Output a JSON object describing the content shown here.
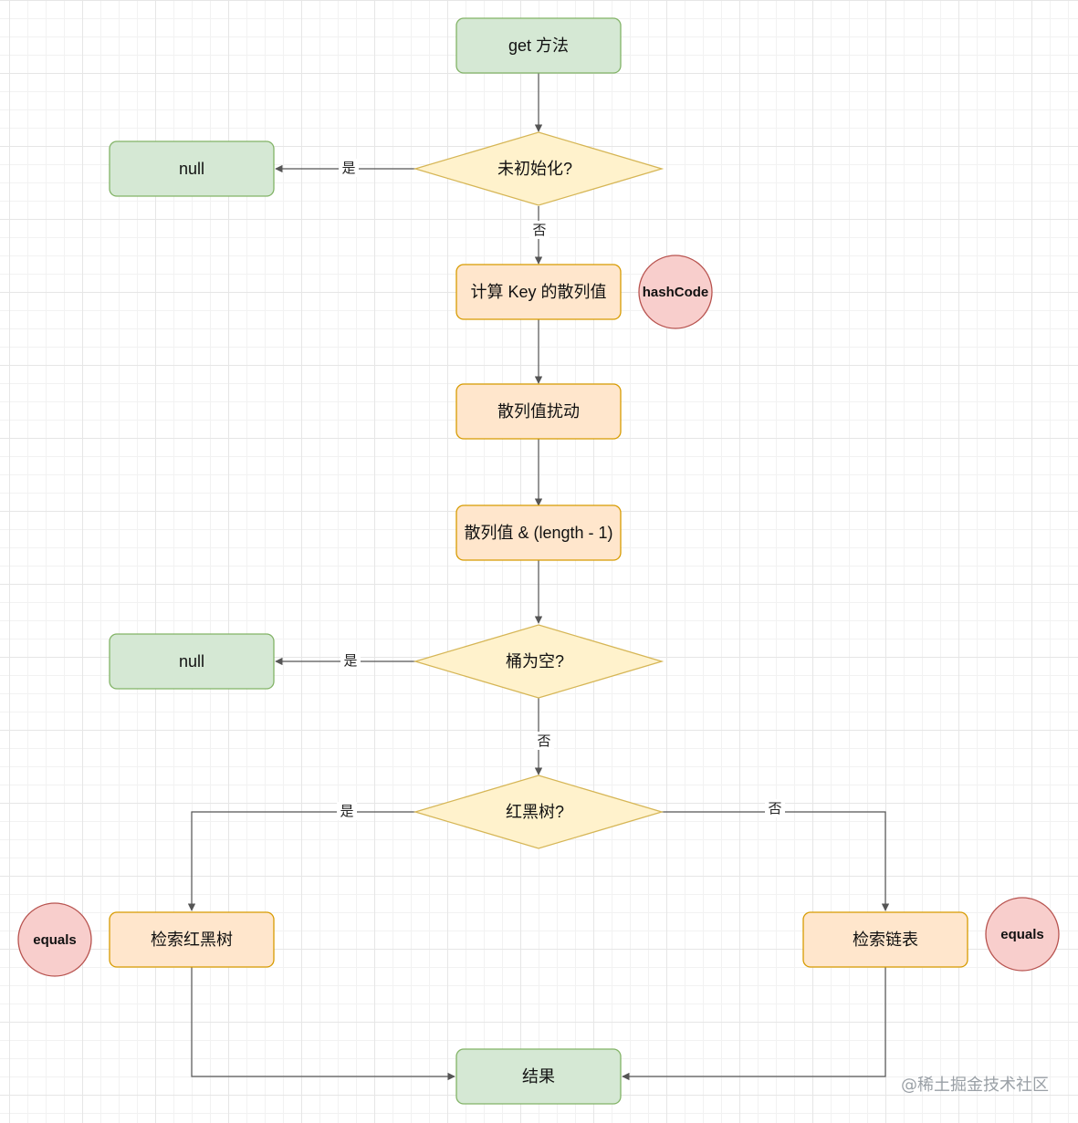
{
  "nodes": {
    "get_method": "get 方法",
    "not_initialized": "未初始化?",
    "null_top": "null",
    "compute_hash": "计算 Key 的散列值",
    "hash_disturb": "散列值扰动",
    "hash_and": "散列值 & (length - 1)",
    "bucket_empty": "桶为空?",
    "null_middle": "null",
    "red_black_tree": "红黑树?",
    "search_tree": "检索红黑树",
    "search_list": "检索链表",
    "result": "结果"
  },
  "annotations": {
    "hashcode": "hashCode",
    "equals_left": "equals",
    "equals_right": "equals"
  },
  "edge_labels": {
    "init_yes": "是",
    "init_no": "否",
    "empty_yes": "是",
    "empty_no": "否",
    "tree_yes": "是",
    "tree_no": "否"
  },
  "watermark": "@稀土掘金技术社区",
  "colors": {
    "green_fill": "#d5e8d4",
    "green_stroke": "#82b366",
    "orange_fill": "#ffe6cc",
    "orange_stroke": "#d79b00",
    "yellow_fill": "#fff2cc",
    "yellow_stroke": "#d6b656",
    "red_fill": "#f8cecc",
    "red_stroke": "#b85450",
    "edge": "#555555"
  }
}
